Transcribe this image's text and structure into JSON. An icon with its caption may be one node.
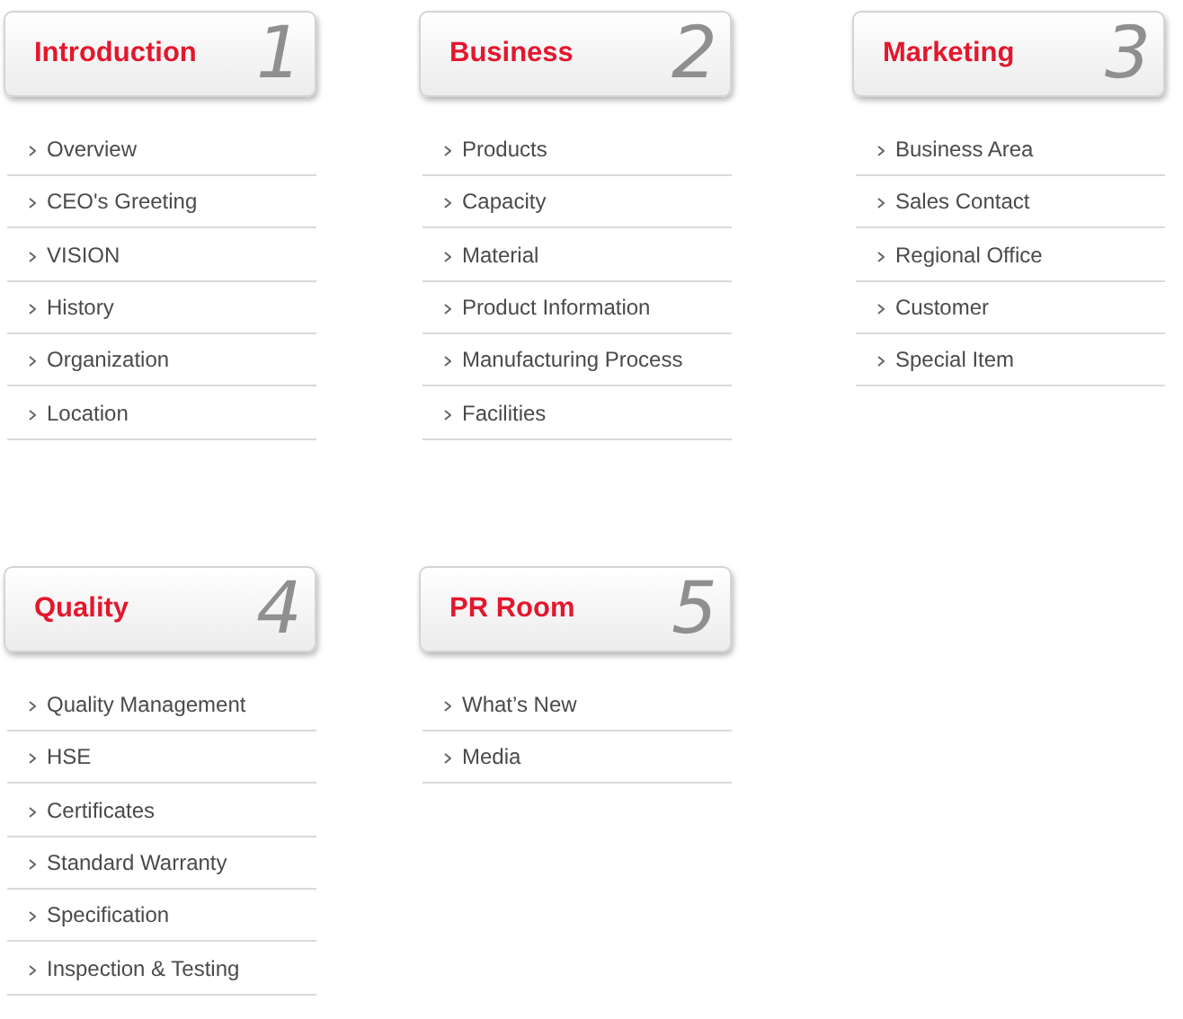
{
  "diagram": {
    "nodes": [
      {
        "text": [
          "Introduction",
          "1"
        ]
      },
      {
        "text": [
          "Overview"
        ]
      },
      {
        "text": [
          "CEO's Greeting"
        ]
      },
      {
        "text": [
          "VISION"
        ]
      },
      {
        "text": [
          "History"
        ]
      },
      {
        "text": [
          "Organization"
        ]
      },
      {
        "text": [
          "Location"
        ]
      },
      {
        "text": [
          "Business",
          "2"
        ]
      },
      {
        "text": [
          "Products"
        ]
      },
      {
        "text": [
          "Capacity"
        ]
      },
      {
        "text": [
          "Material"
        ]
      },
      {
        "text": [
          "Product Information"
        ]
      },
      {
        "text": [
          "Manufacturing Process"
        ]
      },
      {
        "text": [
          "Facilities"
        ]
      },
      {
        "text": [
          "Marketing",
          "3"
        ]
      },
      {
        "text": [
          "Business Area"
        ]
      },
      {
        "text": [
          "Sales Contact"
        ]
      },
      {
        "text": [
          "Regional Office"
        ]
      },
      {
        "text": [
          "Customer"
        ]
      },
      {
        "text": [
          "Special Item"
        ]
      },
      {
        "text": [
          "Quality",
          "4"
        ]
      },
      {
        "text": [
          "Quality Management"
        ]
      },
      {
        "text": [
          "HSE"
        ]
      },
      {
        "text": [
          "Certificates"
        ]
      },
      {
        "text": [
          "Standard Warranty"
        ]
      },
      {
        "text": [
          "Specification"
        ]
      },
      {
        "text": [
          "Inspection & Testing"
        ]
      },
      {
        "text": [
          "PR Room",
          "5"
        ]
      },
      {
        "text": [
          "What’s New"
        ]
      },
      {
        "text": [
          "Media"
        ]
      }
    ]
  }
}
